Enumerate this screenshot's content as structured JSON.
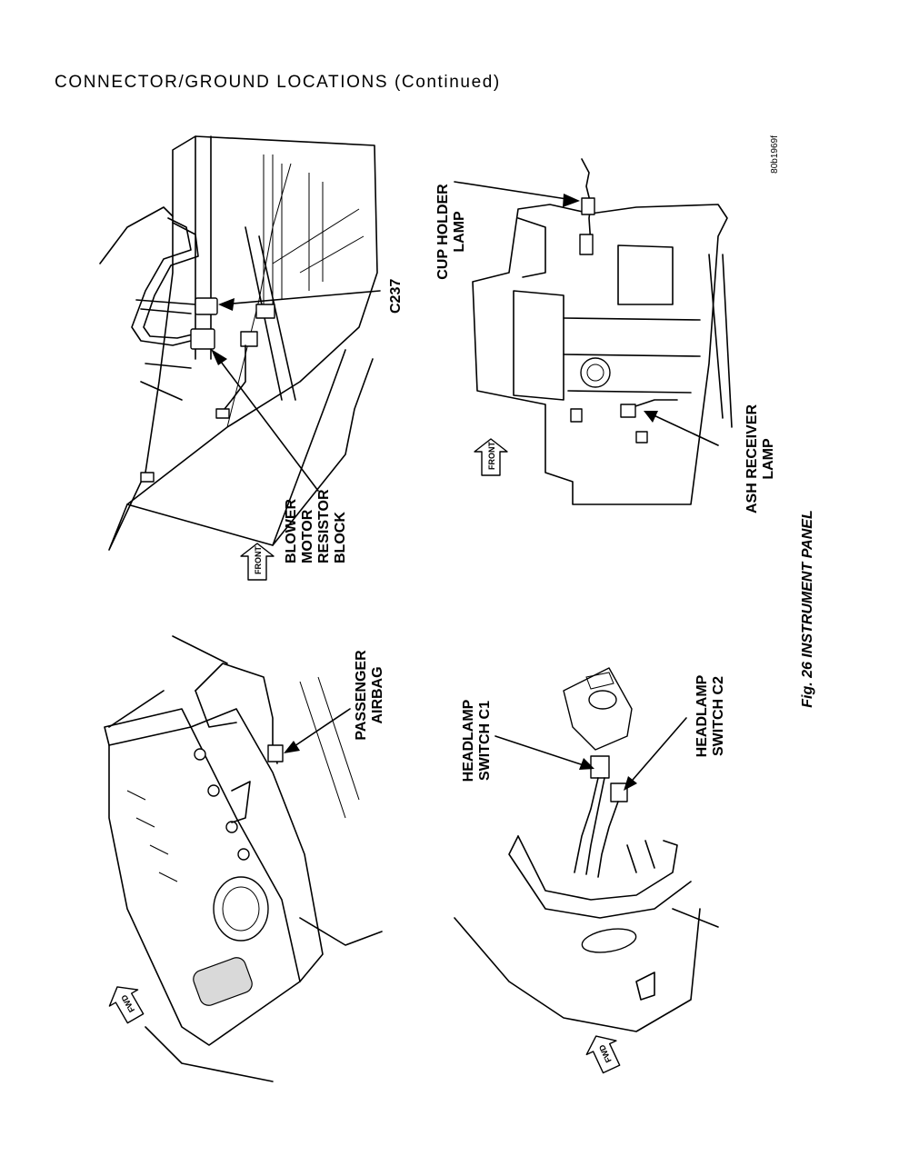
{
  "header": {
    "title": "CONNECTOR/GROUND LOCATIONS (Continued)"
  },
  "figure": {
    "caption": "Fig. 26 INSTRUMENT PANEL",
    "code": "80b1969f"
  },
  "labels": {
    "blower": [
      "BLOWER",
      "MOTOR",
      "RESISTOR",
      "BLOCK"
    ],
    "c237": "C237",
    "cup_holder": [
      "CUP HOLDER",
      "LAMP"
    ],
    "ash_receiver": [
      "ASH RECEIVER",
      "LAMP"
    ],
    "passenger_airbag": [
      "PASSENGER",
      "AIRBAG"
    ],
    "headlamp_c1": [
      "HEADLAMP",
      "SWITCH C1"
    ],
    "headlamp_c2": [
      "HEADLAMP",
      "SWITCH C2"
    ]
  },
  "direction_arrows": {
    "front": "FRONT",
    "fwd": "FWD"
  }
}
